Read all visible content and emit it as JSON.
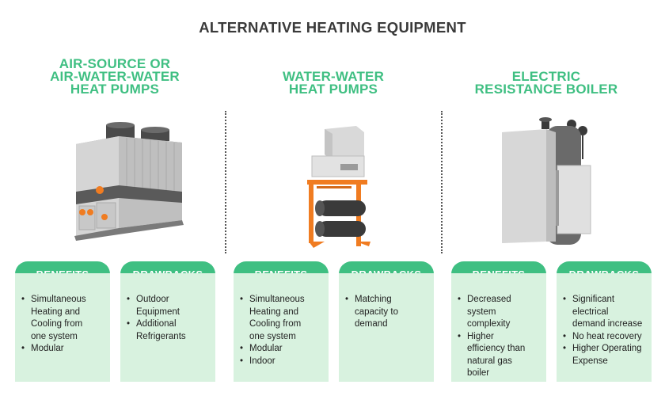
{
  "title": "ALTERNATIVE HEATING EQUIPMENT",
  "columns": [
    {
      "title_lines": [
        "AIR-SOURCE OR",
        "AIR-WATER-WATER",
        "HEAT PUMPS"
      ],
      "benefits_label": "BENEFITS",
      "drawbacks_label": "DRAWBACKS",
      "benefits": [
        "Simultaneous",
        "Heating and",
        "Cooling from",
        "one system",
        "Modular"
      ],
      "benefit_bullets": [
        0,
        4
      ],
      "drawbacks": [
        "Outdoor",
        "Equipment",
        "Additional",
        "Refrigerants"
      ],
      "drawback_bullets": [
        0,
        2
      ]
    },
    {
      "title_lines": [
        "WATER-WATER",
        "HEAT PUMPS"
      ],
      "benefits_label": "BENEFITS",
      "drawbacks_label": "DRAWBACKS",
      "benefits": [
        "Simultaneous",
        "Heating and",
        "Cooling from",
        "one system",
        "Modular",
        "Indoor"
      ],
      "benefit_bullets": [
        0,
        4,
        5
      ],
      "drawbacks": [
        "Matching",
        "capacity to",
        "demand"
      ],
      "drawback_bullets": [
        0
      ]
    },
    {
      "title_lines": [
        "ELECTRIC",
        "RESISTANCE BOILER"
      ],
      "benefits_label": "BENEFITS",
      "drawbacks_label": "DRAWBACKS",
      "benefits": [
        "Decreased",
        "system",
        "complexity",
        "Higher",
        "efficiency than",
        "natural gas",
        "boiler"
      ],
      "benefit_bullets": [
        0,
        3
      ],
      "drawbacks": [
        "Significant",
        "electrical",
        "demand increase",
        "No heat recovery",
        "Higher Operating",
        "Expense"
      ],
      "drawback_bullets": [
        0,
        3,
        4
      ]
    }
  ],
  "colors": {
    "accent_green": "#3fbf82",
    "card_green": "#d8f2df",
    "orange": "#f07c21",
    "title_dark": "#3a3a3a"
  }
}
